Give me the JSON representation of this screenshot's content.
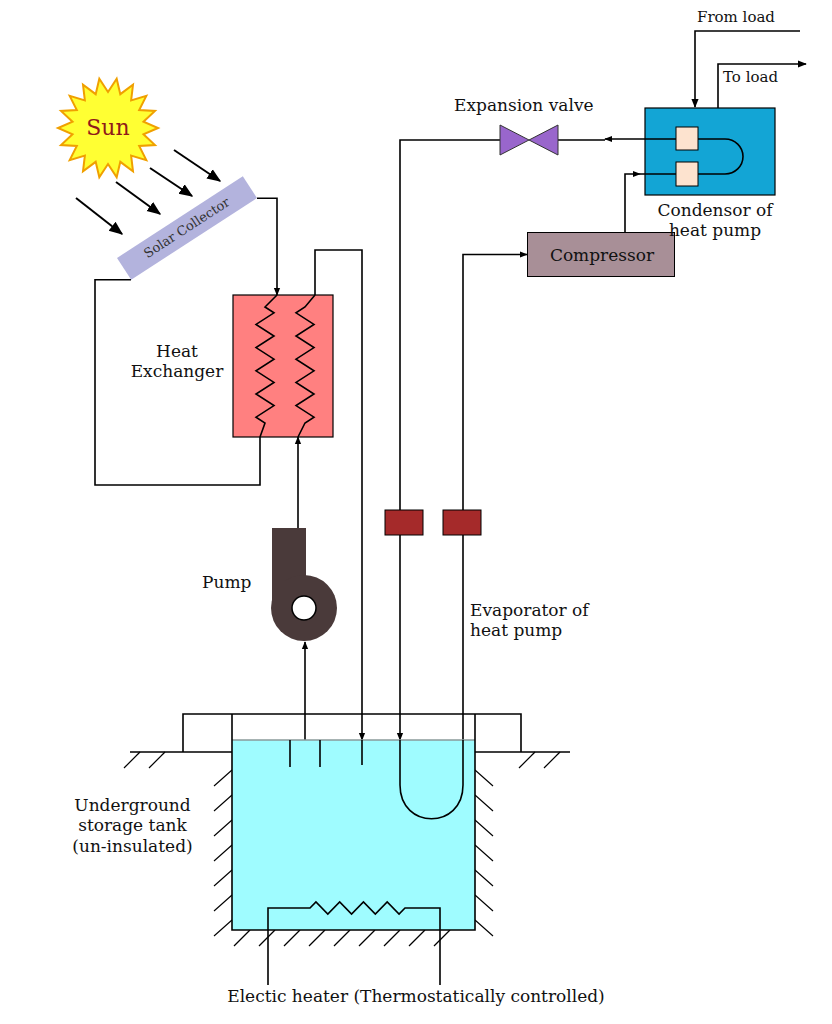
{
  "diagram": {
    "nodes": [
      {
        "text": [
          "Sun"
        ]
      },
      {
        "text": [
          "Solar Collector"
        ]
      },
      {
        "text": [
          "Expansion valve"
        ]
      },
      {
        "text": [
          "Condensor of heat pump"
        ]
      },
      {
        "text": [
          "Compressor"
        ]
      },
      {
        "text": [
          "Heat Exchanger"
        ]
      },
      {
        "text": [
          "Pump"
        ]
      },
      {
        "text": [
          "Underground storage tank (un-insulated)"
        ]
      }
    ],
    "edges": [
      {
        "from": 1,
        "to": 5,
        "arrow": "to"
      },
      {
        "from": 5,
        "to": 1,
        "arrow": "none"
      },
      {
        "from": 7,
        "to": 6,
        "arrow": "to"
      },
      {
        "from": 6,
        "to": 5,
        "arrow": "to"
      },
      {
        "from": 5,
        "to": 7,
        "arrow": "to"
      },
      {
        "from": 3,
        "to": 2,
        "arrow": "to"
      },
      {
        "from": 2,
        "to": 7,
        "arrow": "to"
      },
      {
        "from": 7,
        "to": 4,
        "arrow": "to"
      },
      {
        "from": 4,
        "to": 3,
        "arrow": "to"
      }
    ],
    "labels": [
      "From load",
      "To load",
      "Evaporator of heat pump",
      "Electic heater (Thermostatically controlled)"
    ]
  }
}
